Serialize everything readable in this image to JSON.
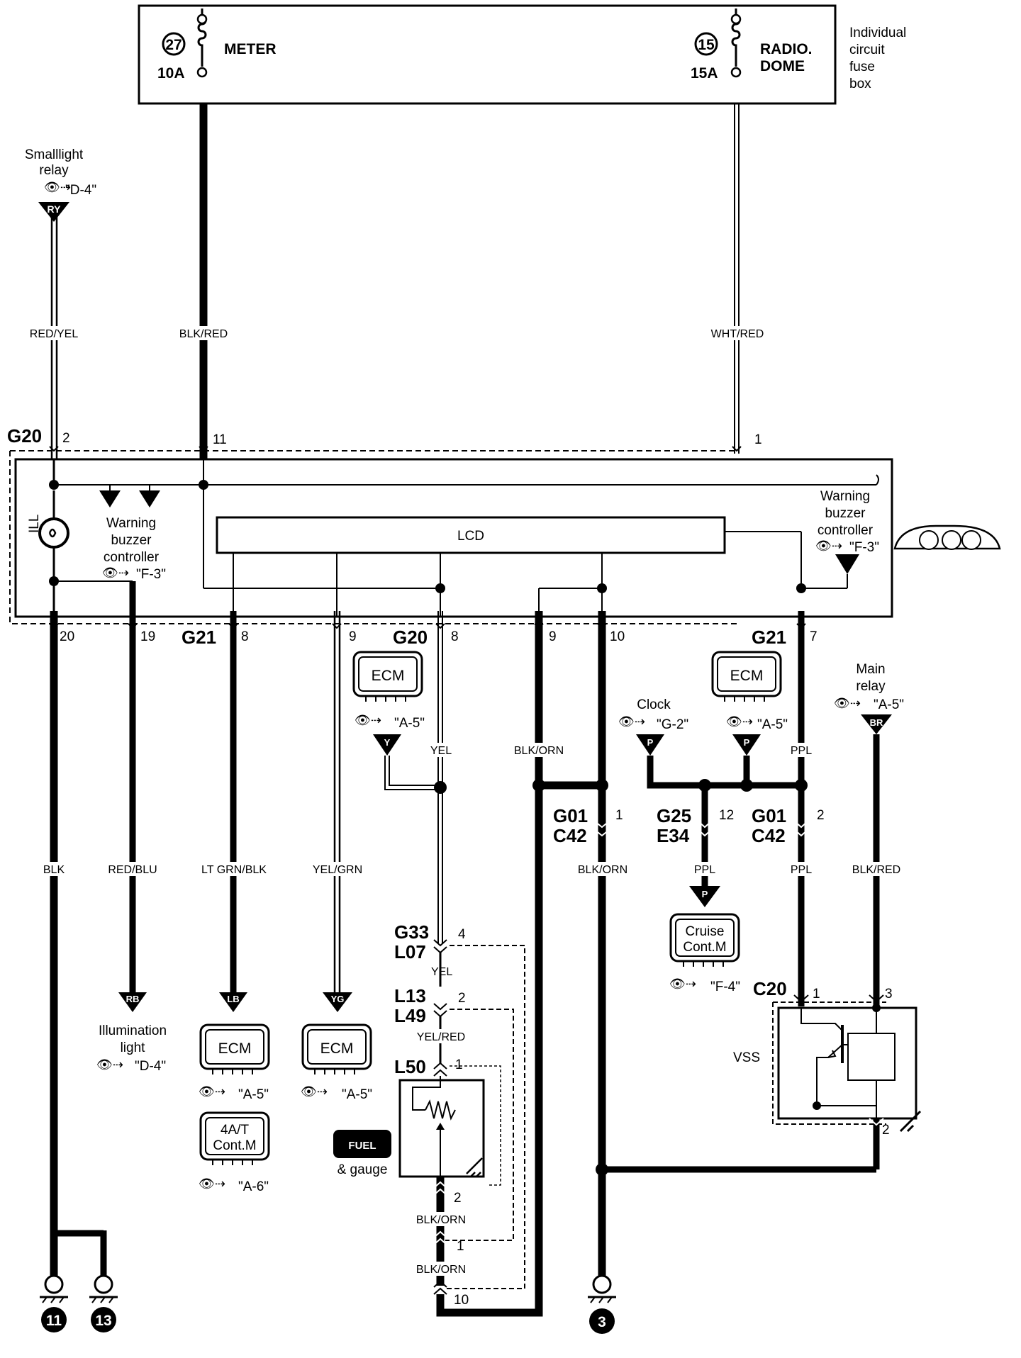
{
  "fuse_box": {
    "label": [
      "Individual",
      "circuit",
      "fuse",
      "box"
    ],
    "meter": {
      "num": "27",
      "amps": "10A",
      "name": "METER"
    },
    "radio": {
      "num": "15",
      "amps": "15A",
      "name": [
        "RADIO.",
        "DOME"
      ]
    }
  },
  "wires": {
    "red_yel": "RED/YEL",
    "blk_red": "BLK/RED",
    "wht_red": "WHT/RED",
    "blk": "BLK",
    "red_blu": "RED/BLU",
    "lt_grn_blk": "LT GRN/BLK",
    "yel_grn": "YEL/GRN",
    "yel": "YEL",
    "yel2": "YEL",
    "yel_red": "YEL/RED",
    "blk_orn1": "BLK/ORN",
    "blk_orn2": "BLK/ORN",
    "blk_orn3": "BLK/ORN",
    "blk_orn4": "BLK/ORN",
    "ppl1": "PPL",
    "ppl2": "PPL",
    "ppl3": "PPL",
    "blk_red2": "BLK/RED"
  },
  "connectors": {
    "g20": "G20",
    "g21": "G21",
    "g20b": "G20",
    "g21b": "G21",
    "g01": "G01",
    "c42": "C42",
    "g25": "G25",
    "e34": "E34",
    "g01b": "G01",
    "c42b": "C42",
    "g33": "G33",
    "l07": "L07",
    "l13": "L13",
    "l49": "L49",
    "l50": "L50",
    "c20": "C20"
  },
  "pins": {
    "p2": "2",
    "p11": "11",
    "p1": "1",
    "p20": "20",
    "p19": "19",
    "p8a": "8",
    "p9a": "9",
    "p8b": "8",
    "p9b": "9",
    "p10": "10",
    "p7": "7",
    "p1b": "1",
    "p12": "12",
    "p2b": "2",
    "p4": "4",
    "p2c": "2",
    "p1c": "1",
    "p2d": "2",
    "p1d": "1",
    "p10b": "10",
    "p1e": "1",
    "p3": "3",
    "p2e": "2"
  },
  "labels": {
    "smalllight": [
      "Smalllight",
      "relay"
    ],
    "smalllight_ref": "\"D-4\"",
    "ry": "RY",
    "ill": "ILL",
    "wb_left": [
      "Warning",
      "buzzer",
      "controller"
    ],
    "wb_left_ref": "\"F-3\"",
    "wb_right": [
      "Warning",
      "buzzer",
      "controller"
    ],
    "wb_right_ref": "\"F-3\"",
    "lcd": "LCD",
    "ecm": "ECM",
    "ecm1_ref": "\"A-5\"",
    "y": "Y",
    "clock": "Clock",
    "clock_ref": "\"G-2\"",
    "p_clock": "P",
    "p_ecm": "P",
    "ecm2_ref": "\"A-5\"",
    "main_relay": [
      "Main",
      "relay"
    ],
    "main_relay_ref": "\"A-5\"",
    "br": "BR",
    "p_cruise": "P",
    "cruise": [
      "Cruise",
      "Cont.M"
    ],
    "cruise_ref": "\"F-4\"",
    "vss": "VSS",
    "rb": "RB",
    "illum": [
      "Illumination",
      "light"
    ],
    "illum_ref": "\"D-4\"",
    "lb": "LB",
    "ecm3_ref": "\"A-5\"",
    "at": [
      "4A/T",
      "Cont.M"
    ],
    "at_ref": "\"A-6\"",
    "yg": "YG",
    "ecm4_ref": "\"A-5\"",
    "fuel": "FUEL",
    "gauge": "& gauge",
    "gnd11": "11",
    "gnd13": "13",
    "gnd3": "3"
  }
}
